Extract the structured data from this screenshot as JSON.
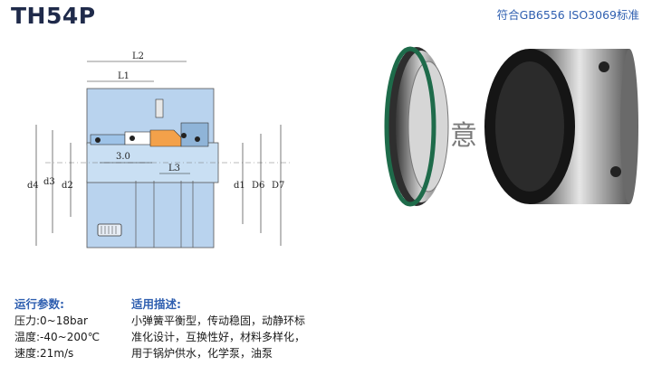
{
  "model": "TH54P",
  "standard": "符合GB6556 ISO3069标准",
  "drawing": {
    "labels": {
      "l2": "L2",
      "l1": "L1",
      "l3": "L3",
      "gap": "3.0",
      "d4": "d4",
      "d3": "d3",
      "d2": "d2",
      "d1": "d1",
      "D6": "D6",
      "D7": "D7"
    }
  },
  "photo": {
    "watermark": "意"
  },
  "params": {
    "heading": "运行参数:",
    "lines": [
      "压力:0~18bar",
      "温度:-40~200℃",
      "速度:21m/s"
    ]
  },
  "usage": {
    "heading": "适用描述:",
    "lines": [
      "小弹簧平衡型，传动稳固，动静环标",
      "准化设计，互换性好，材料多样化，",
      "用于锅炉供水，化学泵，油泵"
    ]
  }
}
